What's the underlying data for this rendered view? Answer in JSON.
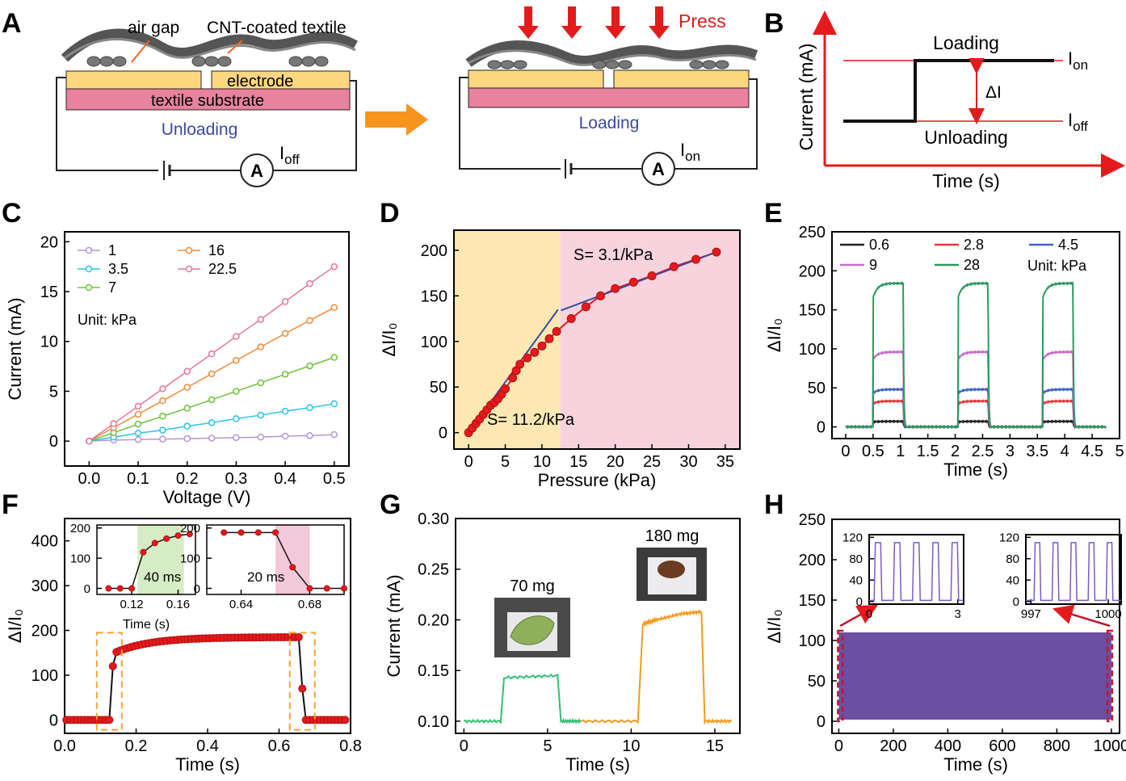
{
  "panels": {
    "A": {
      "letter": "A",
      "air_gap": "air gap",
      "cnt": "CNT-coated textile",
      "electrode": "electrode",
      "substrate": "textile substrate",
      "unloading": "Unloading",
      "loading": "Loading",
      "press": "Press",
      "ammeter": "A",
      "i_base": "I",
      "off_sub": "off",
      "on_sub": "on"
    },
    "B": {
      "letter": "B",
      "ylabel": "Current  (mA)",
      "xlabel": "Time (s)",
      "loading": "Loading",
      "unloading": "Unloading",
      "delta_i": "ΔI",
      "i_base": "I",
      "on_sub": "on",
      "off_sub": "off"
    },
    "C": {
      "letter": "C",
      "unit": "Unit: kPa"
    },
    "D": {
      "letter": "D",
      "s_low": "S= 11.2/kPa",
      "s_high": "S= 3.1/kPa"
    },
    "E": {
      "letter": "E",
      "unit": "Unit: kPa"
    },
    "F": {
      "letter": "F",
      "rise": "40 ms",
      "fall": "20 ms"
    },
    "G": {
      "letter": "G",
      "m1": "70 mg",
      "m2": "180 mg"
    },
    "H": {
      "letter": "H"
    }
  },
  "colors": {
    "red": "#e41a1c",
    "arrow_orange": "#f7941d",
    "electrode": "#fcd77f",
    "substrate": "#e9829f",
    "loading_text": "#3a4aa0",
    "c_series": [
      "#b794d6",
      "#2bc4e8",
      "#6cc236",
      "#f08c3a",
      "#e5779c"
    ],
    "e_series": [
      "#222222",
      "#e8383d",
      "#3d64c4",
      "#c96bc8",
      "#2b9a5e"
    ],
    "d_low_bg": "#fde8b3",
    "d_high_bg": "#f7d3de",
    "green_trace": "#33c076",
    "orange_trace": "#f39a20",
    "purple": "#6a4fa3"
  },
  "chart_data": [
    {
      "id": "C",
      "type": "line",
      "xlabel": "Voltage (V)",
      "ylabel": "Current (mA)",
      "xlim": [
        -0.05,
        0.53
      ],
      "ylim": [
        -2.5,
        21
      ],
      "xticks": [
        0.0,
        0.1,
        0.2,
        0.3,
        0.4,
        0.5
      ],
      "xticklabels": [
        "0.0",
        "0.1",
        "0.2",
        "0.3",
        "0.4",
        "0.5"
      ],
      "yticks": [
        0,
        5,
        10,
        15,
        20
      ],
      "yticklabels": [
        "0",
        "5",
        "10",
        "15",
        "20"
      ],
      "x": [
        0,
        0.05,
        0.1,
        0.15,
        0.2,
        0.25,
        0.3,
        0.35,
        0.4,
        0.45,
        0.5
      ],
      "series": [
        {
          "name": "1",
          "values": [
            0,
            0.1,
            0.15,
            0.2,
            0.25,
            0.3,
            0.35,
            0.4,
            0.5,
            0.55,
            0.65
          ]
        },
        {
          "name": "3.5",
          "values": [
            0,
            0.4,
            0.8,
            1.1,
            1.5,
            1.85,
            2.25,
            2.6,
            3.0,
            3.35,
            3.75
          ]
        },
        {
          "name": "7",
          "values": [
            0,
            0.85,
            1.7,
            2.5,
            3.3,
            4.15,
            5.0,
            5.85,
            6.7,
            7.55,
            8.4
          ]
        },
        {
          "name": "16",
          "values": [
            0,
            1.35,
            2.7,
            4.05,
            5.4,
            6.75,
            8.1,
            9.45,
            10.8,
            12.1,
            13.4
          ]
        },
        {
          "name": "22.5",
          "values": [
            0,
            1.75,
            3.5,
            5.25,
            7.0,
            8.75,
            10.5,
            12.2,
            14.0,
            15.8,
            17.5
          ]
        }
      ],
      "legend_cols": [
        [
          "1",
          "3.5",
          "7"
        ],
        [
          "16",
          "22.5"
        ]
      ]
    },
    {
      "id": "D",
      "type": "scatter",
      "xlabel": "Pressure (kPa)",
      "ylabel": "ΔI/I₀",
      "xlim": [
        -2,
        37
      ],
      "ylim": [
        -18,
        222
      ],
      "xticks": [
        0,
        5,
        10,
        15,
        20,
        25,
        30,
        35
      ],
      "xticklabels": [
        "0",
        "5",
        "10",
        "15",
        "20",
        "25",
        "30",
        "35"
      ],
      "yticks": [
        0,
        50,
        100,
        150,
        200
      ],
      "yticklabels": [
        "0",
        "50",
        "100",
        "150",
        "200"
      ],
      "region_split": 12.5,
      "x": [
        0,
        0.5,
        1,
        1.5,
        2,
        2.5,
        3,
        3.5,
        4,
        4.5,
        5,
        6,
        6.5,
        7,
        8,
        9,
        10,
        11,
        12,
        14,
        16,
        18,
        20,
        22.5,
        25,
        28,
        31,
        33.8
      ],
      "values": [
        0,
        5,
        10,
        15,
        20,
        25,
        30,
        33,
        37,
        42,
        48,
        60,
        68,
        75,
        82,
        88,
        95,
        103,
        111,
        125,
        138,
        150,
        158,
        165,
        172,
        182,
        190,
        198
      ],
      "fit_low": [
        [
          0,
          0
        ],
        [
          12.2,
          135
        ]
      ],
      "fit_high": [
        [
          12.6,
          134
        ],
        [
          33.8,
          198
        ]
      ]
    },
    {
      "id": "E",
      "type": "line",
      "xlabel": "Time (s)",
      "ylabel": "ΔI/I₀",
      "xlim": [
        -0.25,
        5
      ],
      "ylim": [
        -15,
        250
      ],
      "xticks": [
        0,
        0.5,
        1,
        1.5,
        2,
        2.5,
        3,
        3.5,
        4,
        4.5,
        5
      ],
      "xticklabels": [
        "0",
        "0.5",
        "1",
        "1.5",
        "2",
        "2.5",
        "3",
        "3.5",
        "4",
        "4.5",
        "5"
      ],
      "yticks": [
        0,
        50,
        100,
        150,
        200,
        250
      ],
      "yticklabels": [
        "0",
        "50",
        "100",
        "150",
        "200",
        "250"
      ],
      "pulses": [
        [
          0.5,
          1.05
        ],
        [
          2.05,
          2.6
        ],
        [
          3.6,
          4.15
        ]
      ],
      "series": [
        {
          "name": "0.6",
          "plateau": 7
        },
        {
          "name": "2.8",
          "plateau": 33
        },
        {
          "name": "4.5",
          "plateau": 48
        },
        {
          "name": "9",
          "plateau": 96
        },
        {
          "name": "28",
          "plateau": 184
        }
      ],
      "legend_rows": [
        [
          "0.6",
          "2.8",
          "4.5"
        ],
        [
          "9",
          "28"
        ]
      ]
    },
    {
      "id": "F",
      "type": "line",
      "xlabel": "Time (s)",
      "ylabel": "ΔI/I₀",
      "xlim": [
        0,
        0.8
      ],
      "ylim": [
        -30,
        450
      ],
      "xticks": [
        0,
        0.2,
        0.4,
        0.6,
        0.8
      ],
      "xticklabels": [
        "0.0",
        "0.2",
        "0.4",
        "0.6",
        "0.8"
      ],
      "yticks": [
        0,
        100,
        200,
        300,
        400
      ],
      "yticklabels": [
        "0",
        "100",
        "200",
        "300",
        "400"
      ],
      "rise_window": [
        0.09,
        0.16
      ],
      "fall_window": [
        0.63,
        0.7
      ],
      "insets": [
        {
          "xlim": [
            0.09,
            0.175
          ],
          "ylim": [
            -20,
            210
          ],
          "xticks": [
            0.12,
            0.16
          ],
          "xticklabels": [
            "0.12",
            "0.16"
          ],
          "yticks": [
            0,
            100,
            200
          ],
          "yticklabels": [
            "0",
            "100",
            "200"
          ],
          "xlabel": "Time (s)",
          "highlight": [
            0.125,
            0.165
          ],
          "x": [
            0.1,
            0.11,
            0.12,
            0.13,
            0.14,
            0.15,
            0.16,
            0.17
          ],
          "values": [
            0,
            0,
            0,
            120,
            150,
            165,
            175,
            180
          ]
        },
        {
          "xlim": [
            0.62,
            0.7
          ],
          "ylim": [
            -20,
            210
          ],
          "xticks": [
            0.64,
            0.68
          ],
          "xticklabels": [
            "0.64",
            "0.68"
          ],
          "yticks": [
            0,
            100,
            200
          ],
          "yticklabels": [
            "0",
            "100",
            "200"
          ],
          "xlabel": "",
          "highlight": [
            0.66,
            0.68
          ],
          "x": [
            0.63,
            0.64,
            0.65,
            0.66,
            0.67,
            0.68,
            0.69,
            0.7
          ],
          "values": [
            185,
            185,
            185,
            185,
            70,
            0,
            0,
            0
          ]
        }
      ]
    },
    {
      "id": "G",
      "type": "line",
      "xlabel": "Time (s)",
      "ylabel": "Current (mA)",
      "xlim": [
        -0.5,
        16.5
      ],
      "ylim": [
        0.088,
        0.3
      ],
      "xticks": [
        0,
        5,
        10,
        15
      ],
      "xticklabels": [
        "0",
        "5",
        "10",
        "15"
      ],
      "yticks": [
        0.1,
        0.15,
        0.2,
        0.25,
        0.3
      ],
      "yticklabels": [
        "0.10",
        "0.15",
        "0.20",
        "0.25",
        "0.30"
      ],
      "segments": [
        {
          "name": "70 mg",
          "x": [
            0,
            2.2,
            2.4,
            5.6,
            5.8,
            7
          ],
          "values": [
            0.1,
            0.1,
            0.143,
            0.145,
            0.1,
            0.1
          ]
        },
        {
          "name": "180 mg",
          "x": [
            7,
            10.4,
            10.7,
            11.5,
            13,
            14.2,
            14.4,
            16
          ],
          "values": [
            0.1,
            0.1,
            0.196,
            0.2,
            0.206,
            0.208,
            0.1,
            0.1
          ]
        }
      ]
    },
    {
      "id": "H",
      "type": "area",
      "xlabel": "Time (s)",
      "ylabel": "ΔI/I₀",
      "xlim": [
        -25,
        1030
      ],
      "ylim": [
        -15,
        250
      ],
      "xticks": [
        0,
        200,
        400,
        600,
        800,
        1000
      ],
      "xticklabels": [
        "0",
        "200",
        "400",
        "600",
        "800",
        "1000"
      ],
      "yticks": [
        0,
        50,
        100,
        150,
        200,
        250
      ],
      "yticklabels": [
        "0",
        "50",
        "100",
        "150",
        "200",
        "250"
      ],
      "band": [
        2,
        110
      ],
      "insets": [
        {
          "xlim": [
            0,
            3.2
          ],
          "ylim": [
            -5,
            125
          ],
          "xticks": [
            0,
            3
          ],
          "xticklabels": [
            "0",
            "3"
          ],
          "yticks": [
            0,
            40,
            80,
            120
          ],
          "yticklabels": [
            "0",
            "40",
            "80",
            "120"
          ],
          "peaks": [
            0.25,
            0.9,
            1.55,
            2.2,
            2.85
          ],
          "peak_value": 110
        },
        {
          "xlim": [
            996.8,
            1000.5
          ],
          "ylim": [
            -5,
            125
          ],
          "xticks": [
            997,
            1000
          ],
          "xticklabels": [
            "997",
            "1000"
          ],
          "yticks": [
            0,
            40,
            80,
            120
          ],
          "yticklabels": [
            "0",
            "40",
            "80",
            "120"
          ],
          "peaks": [
            997.2,
            997.9,
            998.6,
            999.3,
            1000.0
          ],
          "peak_value": 110
        }
      ]
    }
  ]
}
